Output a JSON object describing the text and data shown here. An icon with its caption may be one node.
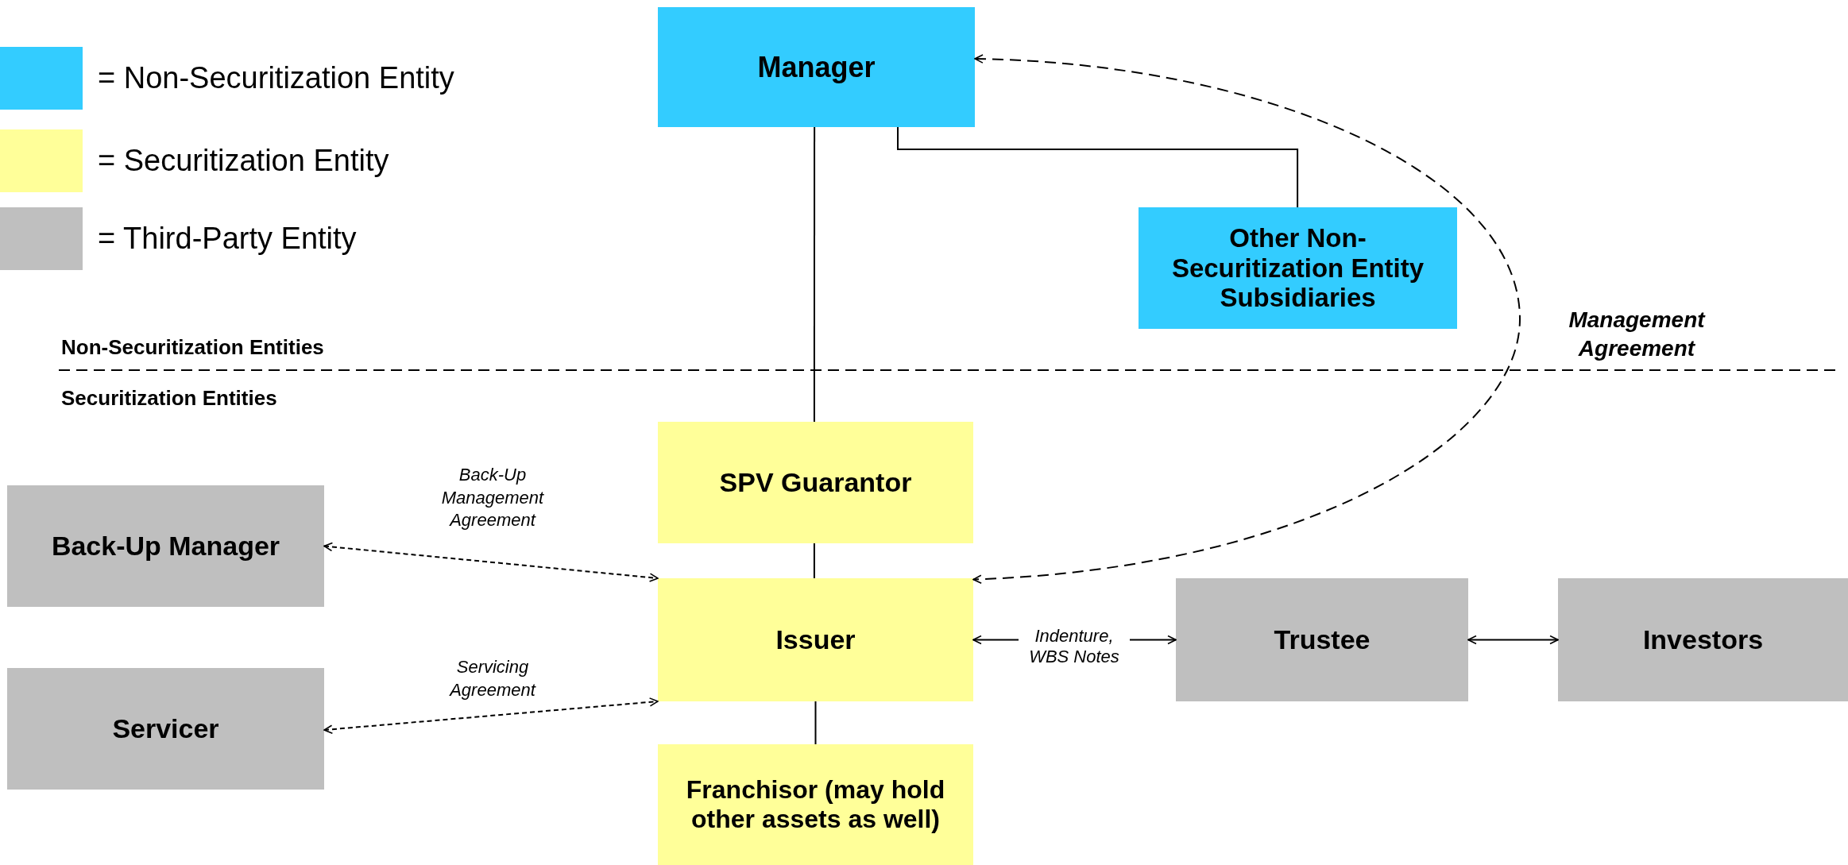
{
  "diagram": {
    "nodes": [
      {
        "text": [
          "Manager"
        ]
      },
      {
        "text": [
          "Other Non-Securitization Entity Subsidiaries"
        ]
      },
      {
        "text": [
          "SPV Guarantor"
        ]
      },
      {
        "text": [
          "Back-Up Manager"
        ]
      },
      {
        "text": [
          "Issuer"
        ]
      },
      {
        "text": [
          "Trustee"
        ]
      },
      {
        "text": [
          "Investors"
        ]
      },
      {
        "text": [
          "Servicer"
        ]
      },
      {
        "text": [
          "Franchisor (may hold other assets as well)"
        ]
      }
    ],
    "edges": [
      {
        "from": 0,
        "to": 2,
        "arrow": "none"
      },
      {
        "from": 0,
        "to": 1,
        "arrow": "none"
      },
      {
        "from": 0,
        "to": 4,
        "arrow": "both",
        "label": "Management Agreement",
        "style": "dashed"
      },
      {
        "from": 2,
        "to": 4,
        "arrow": "none"
      },
      {
        "from": 4,
        "to": 8,
        "arrow": "none"
      },
      {
        "from": 3,
        "to": 4,
        "arrow": "both",
        "label": "Back-Up Management Agreement",
        "style": "dashed"
      },
      {
        "from": 7,
        "to": 4,
        "arrow": "both",
        "label": "Servicing Agreement",
        "style": "dashed"
      },
      {
        "from": 4,
        "to": 5,
        "arrow": "both",
        "label": "Indenture, WBS Notes"
      },
      {
        "from": 5,
        "to": 6,
        "arrow": "both"
      }
    ],
    "labels": [
      "Non-Securitization Entities",
      "Securitization Entities"
    ],
    "legend": [
      {
        "text": "= Non-Securitization Entity",
        "color": "#33ccff"
      },
      {
        "text": "= Securitization Entity",
        "color": "#ffff99"
      },
      {
        "text": "= Third-Party Entity",
        "color": "#bfbfbf"
      }
    ]
  }
}
